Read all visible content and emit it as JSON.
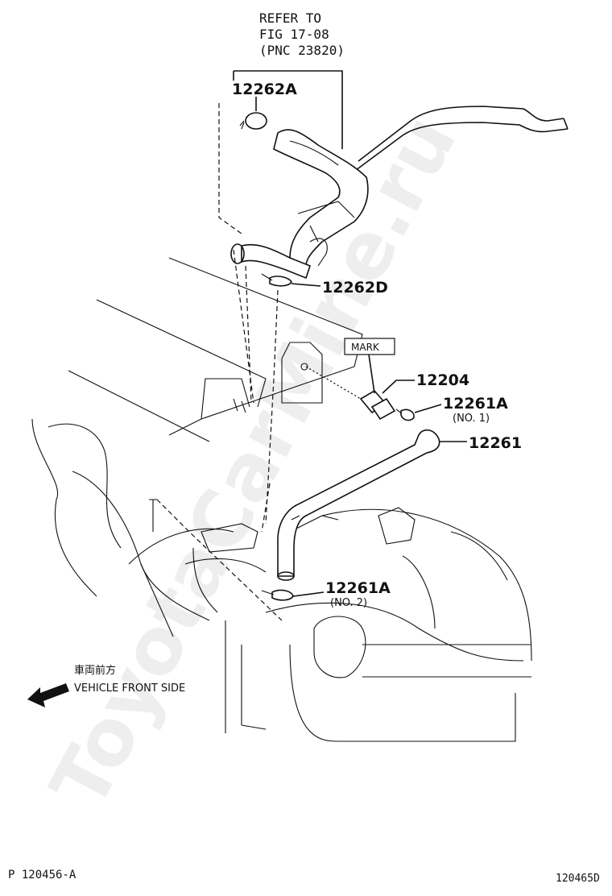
{
  "ref": {
    "line1": "REFER TO",
    "line2": "FIG 17-08",
    "line3": "(PNC 23820)"
  },
  "parts": {
    "p12262A": "12262A",
    "p12262D": "12262D",
    "mark": "MARK",
    "p12204": "12204",
    "p12261A_1": "12261A",
    "no1": "(NO. 1)",
    "p12261": "12261",
    "p12261A_2": "12261A",
    "no2": "(NO. 2)"
  },
  "direction": {
    "jp": "車両前方",
    "en": "VEHICLE FRONT SIDE"
  },
  "footer": {
    "left": "P 120456-A",
    "right": "120465D"
  },
  "watermark": "ToyotaCarMine.ru"
}
